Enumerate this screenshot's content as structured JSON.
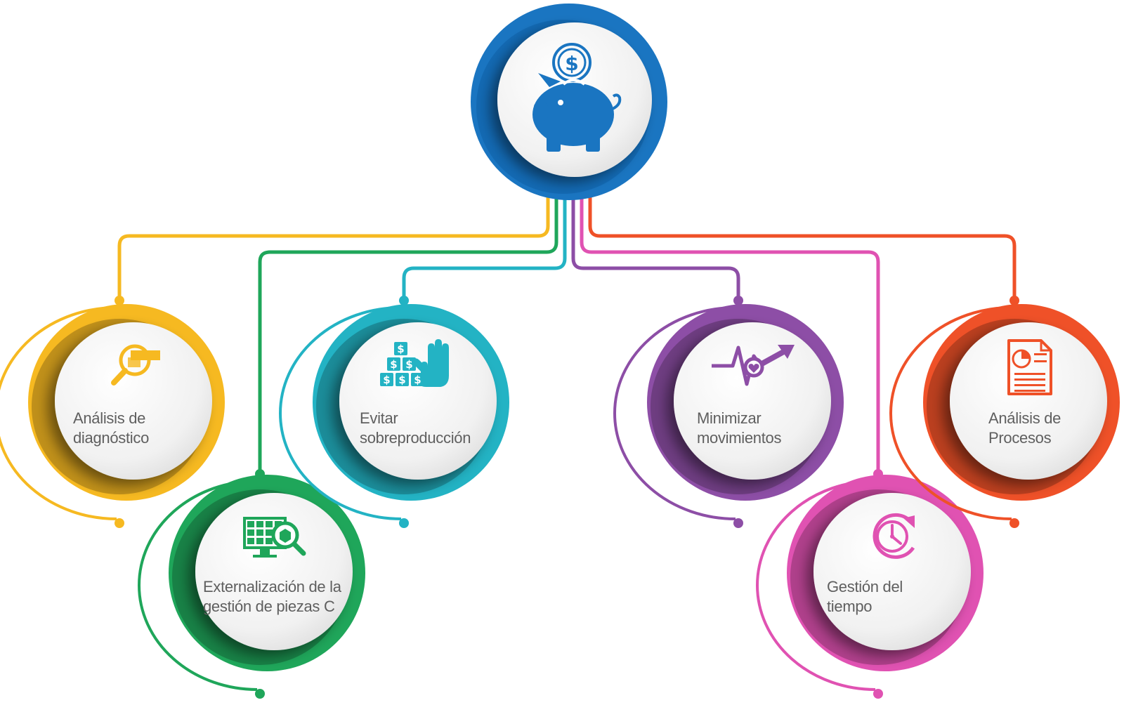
{
  "hub": {
    "icon": "piggy-bank-dollar-icon",
    "color": "#1a75c1"
  },
  "nodes": [
    {
      "id": "analisis-diagnostico",
      "lines": [
        "Análisis de",
        "diagnóstico"
      ],
      "icon": "magnifier-money-icon",
      "color": "#f6b921"
    },
    {
      "id": "externalizacion",
      "lines": [
        "Externalización de la",
        "gestión de piezas C"
      ],
      "icon": "monitor-box-search-icon",
      "color": "#1fa65a"
    },
    {
      "id": "evitar-sobreproduccion",
      "lines": [
        "Evitar",
        "sobreproducción"
      ],
      "icon": "dollar-blocks-hand-icon",
      "color": "#23b3c4"
    },
    {
      "id": "minimizar-movimientos",
      "lines": [
        "Minimizar",
        "movimientos"
      ],
      "icon": "pulse-arrow-heart-icon",
      "color": "#8d4ea6"
    },
    {
      "id": "gestion-tiempo",
      "lines": [
        "Gestión del",
        "tiempo"
      ],
      "icon": "clock-refresh-icon",
      "color": "#e052b2"
    },
    {
      "id": "analisis-procesos",
      "lines": [
        "Análisis de",
        "Procesos"
      ],
      "icon": "report-document-icon",
      "color": "#ef5128"
    }
  ]
}
